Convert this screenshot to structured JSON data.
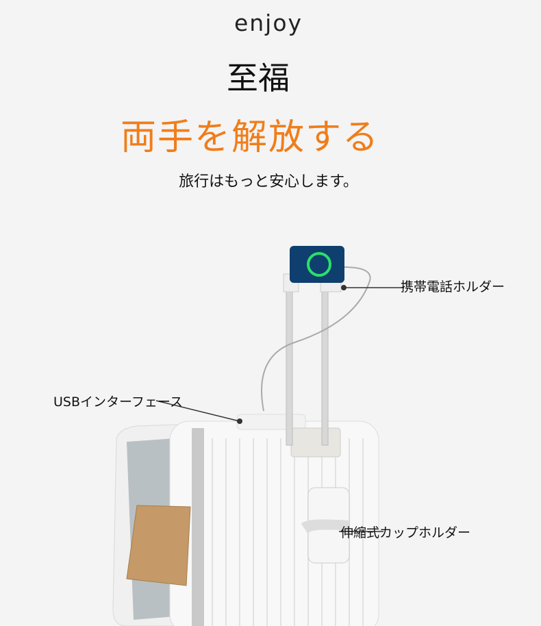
{
  "header": {
    "eyebrow": "enjoy",
    "title": "至福",
    "headline": "両手を解放する",
    "subtitle": "旅行はもっと安心します。"
  },
  "callouts": {
    "phone_holder": "携帯電話ホルダー",
    "usb": "USBインターフェース",
    "cup_holder": "伸縮式カップホルダー"
  },
  "colors": {
    "accent": "#f07d1a",
    "background": "#f4f4f4"
  }
}
